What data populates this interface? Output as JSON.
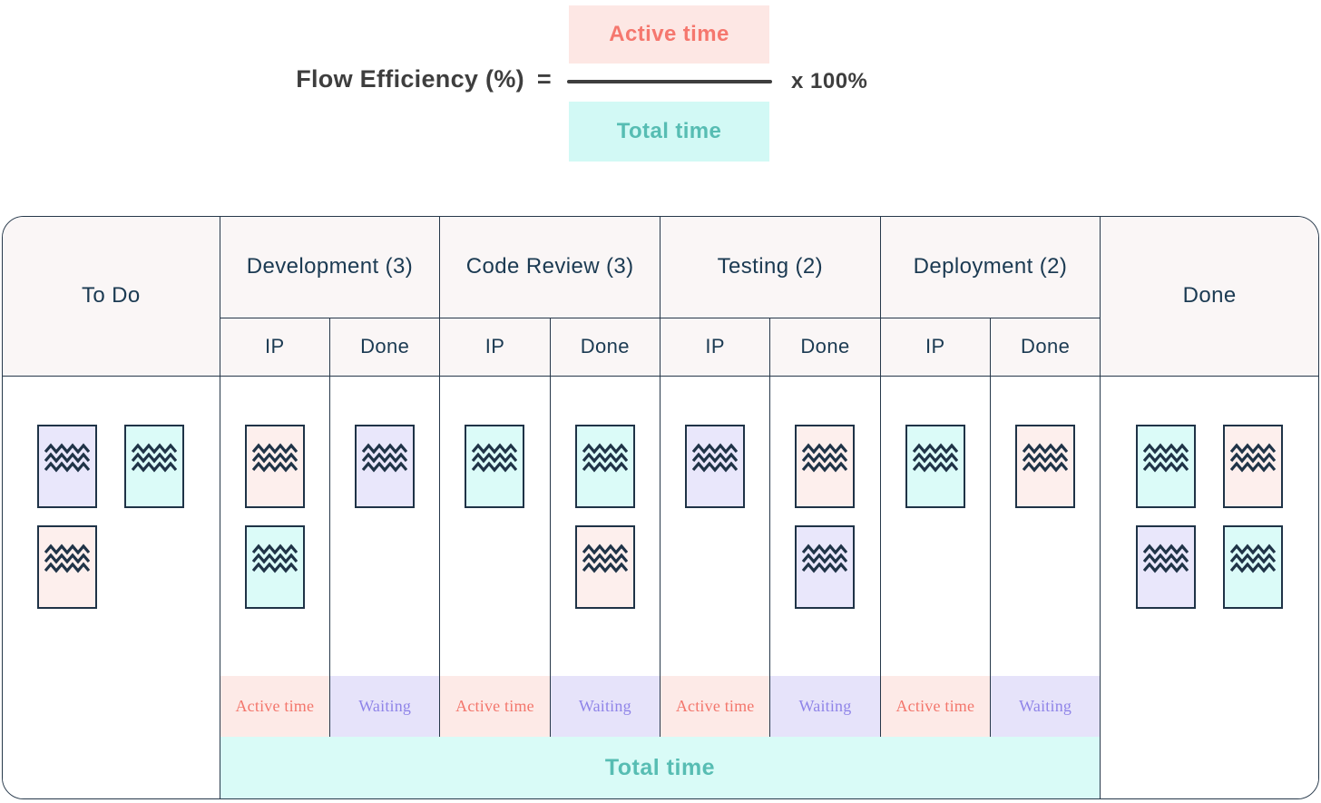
{
  "formula": {
    "title": "Flow Efficiency (%)",
    "equals": "=",
    "numerator": "Active time",
    "denominator": "Total time",
    "multiplier": "x 100%"
  },
  "board": {
    "todo_label": "To Do",
    "done_label": "Done",
    "stages": [
      {
        "label": "Development (3)"
      },
      {
        "label": "Code Review (3)"
      },
      {
        "label": "Testing (2)"
      },
      {
        "label": "Deployment (2)"
      }
    ],
    "sub_labels": {
      "ip": "IP",
      "done": "Done"
    },
    "band": {
      "active": "Active time",
      "waiting": "Waiting"
    },
    "total_label": "Total time",
    "cards": {
      "todo": [
        "purple",
        "teal",
        "pink"
      ],
      "development_ip": [
        "pink",
        "teal"
      ],
      "development_done": [
        "purple"
      ],
      "code_review_ip": [
        "teal"
      ],
      "code_review_done": [
        "teal",
        "pink"
      ],
      "testing_ip": [
        "purple"
      ],
      "testing_done": [
        "pink",
        "purple"
      ],
      "deployment_ip": [
        "teal"
      ],
      "deployment_done": [
        "pink"
      ],
      "done": [
        "teal",
        "pink",
        "purple",
        "teal"
      ]
    }
  },
  "colors": {
    "accent_coral": "#f5776e",
    "accent_teal": "#57bdb3",
    "accent_periwinkle": "#8f84e8",
    "text_charcoal": "#3e3e3e",
    "text_navy": "#1b3a52",
    "line_navy": "#26384a",
    "header_bg": "#faf6f6",
    "formula_numerator_bg": "#fde7e4",
    "formula_denominator_bg": "#d2f9f5",
    "band_active_bg": "#fdeae7",
    "band_waiting_bg": "#e6e3fa",
    "total_band_bg": "#d9fbf7",
    "card_pink": "#fdefed",
    "card_teal": "#dbfbf8",
    "card_purple": "#e9e7fb"
  }
}
